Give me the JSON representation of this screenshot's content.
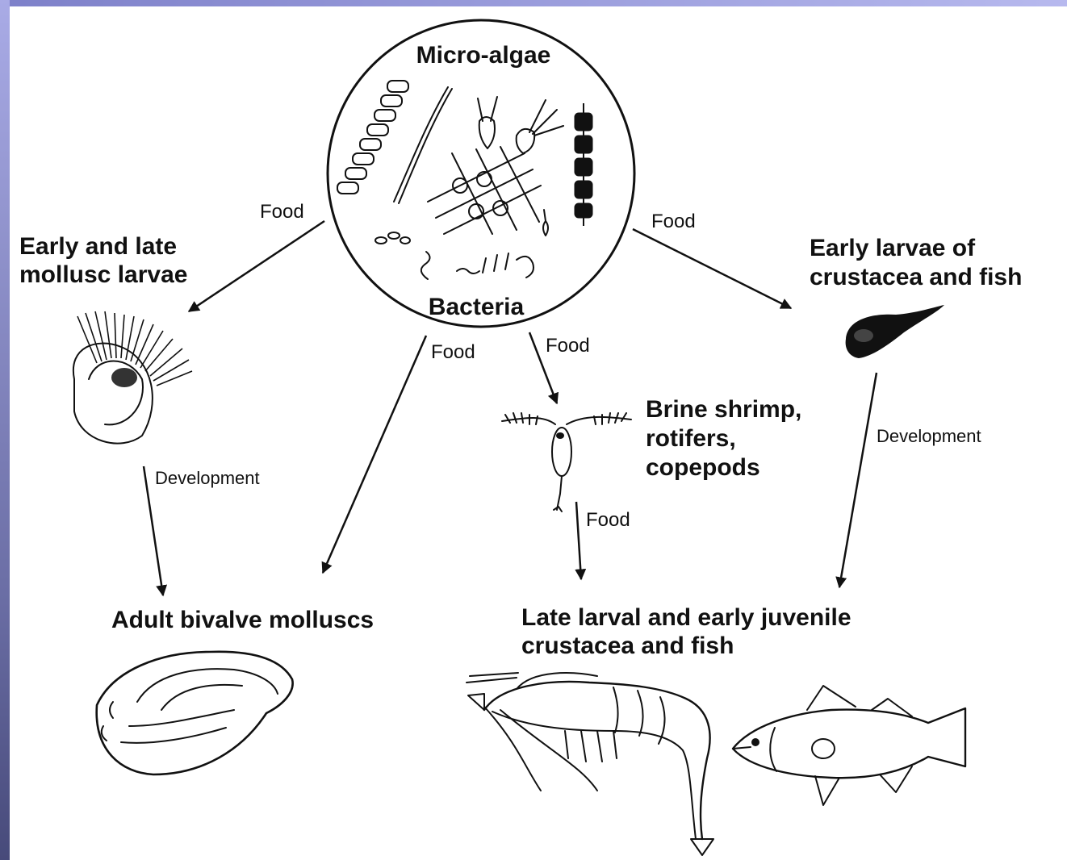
{
  "center": {
    "top_label": "Micro-algae",
    "bottom_label": "Bacteria"
  },
  "nodes": {
    "mollusc_larvae": [
      "Early and late",
      "mollusc larvae"
    ],
    "crustacea_fish_larvae": [
      "Early larvae of",
      "crustacea and fish"
    ],
    "live_feeds": [
      "Brine shrimp,",
      "rotifers,",
      "copepods"
    ],
    "adult_bivalves": "Adult bivalve molluscs",
    "juvenile_crustacea_fish": [
      "Late larval and early juvenile",
      "crustacea and fish"
    ]
  },
  "edges": {
    "food_to_mollusc_larvae": "Food",
    "food_to_crustacea_larvae": "Food",
    "food_to_adult_bivalves": "Food",
    "food_to_live_feeds": "Food",
    "food_from_live_feeds": "Food",
    "development_molluscs": "Development",
    "development_crustacea": "Development"
  },
  "icons": [
    "microalgae-bacteria-circle",
    "mollusc-larva-icon",
    "fish-larva-icon",
    "copepod-icon",
    "oyster-icon",
    "shrimp-icon",
    "fish-icon"
  ],
  "colors": {
    "frame": "#8a8dd0",
    "ink": "#111111",
    "background": "#ffffff"
  }
}
